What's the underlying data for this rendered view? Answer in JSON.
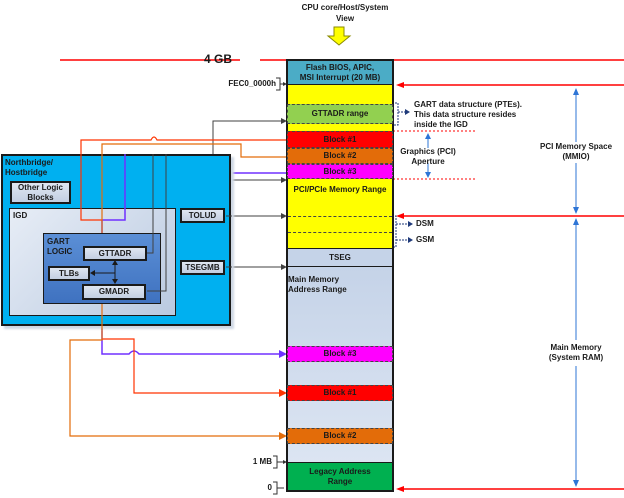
{
  "header": {
    "title_line1": "CPU core/Host/System",
    "title_line2": "View"
  },
  "markers": {
    "four_gb": "4 GB",
    "fec0": "FEC0_0000h",
    "one_mb": "1 MB",
    "zero": "0"
  },
  "memory_map": {
    "flash_line1": "Flash BIOS, APIC,",
    "flash_line2": "MSI Interrupt (20 MB)",
    "gttadr_range": "GTTADR range",
    "block1": "Block #1",
    "block2": "Block #2",
    "block3": "Block #3",
    "pci_range": "PCI/PCIe Memory Range",
    "tseg": "TSEG",
    "main_line1": "Main Memory",
    "main_line2": "Address Range",
    "low_block3": "Block #3",
    "low_block1": "Block #1",
    "low_block2": "Block #2",
    "legacy_line1": "Legacy Address",
    "legacy_line2": "Range"
  },
  "annotations": {
    "gart_line1": "GART data structure (PTEs).",
    "gart_line2": "This data structure resides",
    "gart_line3": "inside the IGD",
    "aperture_line1": "Graphics (PCI)",
    "aperture_line2": "Aperture",
    "dsm": "DSM",
    "gsm": "GSM",
    "pci_space_line1": "PCI Memory Space",
    "pci_space_line2": "(MMIO)",
    "main_mem_line1": "Main Memory",
    "main_mem_line2": "(System RAM)"
  },
  "northbridge": {
    "title_line1": "Northbridge/",
    "title_line2": "Hostbridge",
    "other_line1": "Other Logic",
    "other_line2": "Blocks",
    "igd": "IGD",
    "gart_line1": "GART",
    "gart_line2": "LOGIC",
    "gttadr": "GTTADR",
    "tlbs": "TLBs",
    "gmadr": "GMADR",
    "tolud": "TOLUD",
    "tsegmb": "TSEGMB"
  },
  "colors": {
    "flash": "#4bacc6",
    "yellow": "#ffff00",
    "gttadr": "#92d050",
    "block1": "#ff0000",
    "block2": "#e36c09",
    "block3": "#ff00ff",
    "main": "#c5d3e8",
    "legacy": "#00b050",
    "northbridge": "#00b0f0",
    "boundary": "#ff0000",
    "span_arrow": "#2e75d6"
  }
}
